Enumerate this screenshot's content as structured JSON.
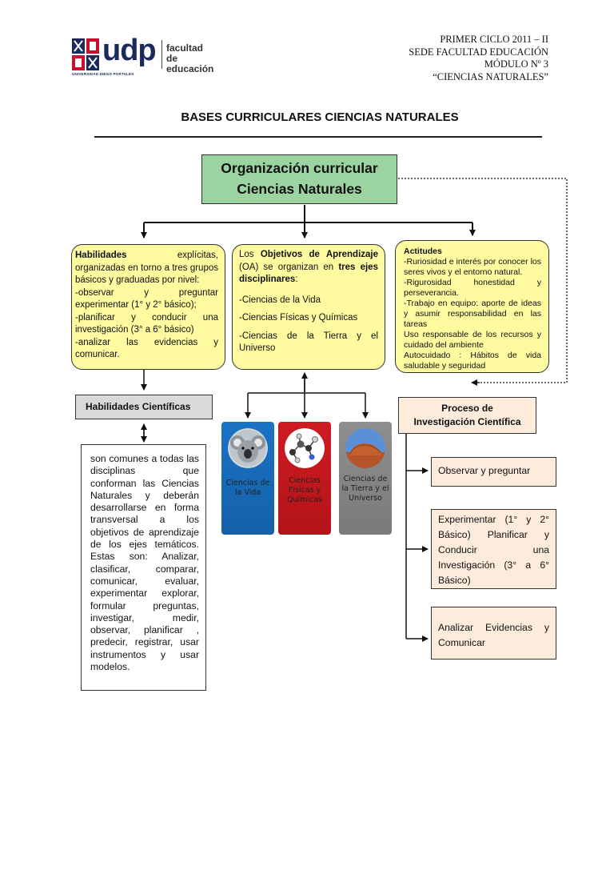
{
  "header": {
    "logo_text": "udp",
    "logo_university": "UNIVERSIDAD DIEGO PORTALES",
    "logo_faculty": "facultad de\neducación",
    "course_lines": [
      "PRIMER CICLO 2011 – II",
      "SEDE FACULTAD EDUCACIÓN",
      "MÓDULO Nº 3",
      "“CIENCIAS NATURALES”"
    ]
  },
  "title": "BASES CURRICULARES CIENCIAS NATURALES",
  "org_box": {
    "line1": "Organización curricular",
    "line2": "Ciencias Naturales"
  },
  "habilidades": {
    "bold": "Habilidades",
    "text1": " explícitas, organizadas en torno a tres grupos básicos y graduadas por nivel:",
    "item1": "-observar y preguntar experimentar (1° y 2° básico);",
    "item2": "-planificar y conducir una investigación (3° a 6° básico)",
    "item3": "-analizar las evidencias y comunicar."
  },
  "objetivos": {
    "pre": "Los ",
    "bold1": "Objetivos de Aprendizaje",
    "mid": " (OA) se organizan en ",
    "bold2": "tres ejes disciplinares",
    "post": ":",
    "items": [
      "-Ciencias de la Vida",
      "-Ciencias Físicas y Químicas",
      "-Ciencias de la Tierra y el Universo"
    ]
  },
  "actitudes": {
    "title": "Actitudes",
    "items": [
      "-Ruriosidad e interés por conocer los seres vivos y el entorno natural.",
      "-Rigurosidad honestidad y perseverancia.",
      "-Trabajo en equipo: aporte de ideas y asumir responsabilidad en las tareas",
      "Uso responsable de los recursos y cuidado del ambiente",
      "Autocuidado : Hábitos de vida saludable y seguridad"
    ]
  },
  "habilidades_cientificas": "Habilidades Científicas",
  "descripcion": "son comunes a todas las disciplinas que conforman las Ciencias Naturales y deberán desarrollarse en forma transversal a los objetivos de aprendizaje de los ejes temáticos. Estas son: Analizar, clasificar, comparar, comunicar, evaluar, experimentar explorar, formular preguntas, investigar, medir, observar, planificar , predecir, registrar, usar instrumentos y usar modelos.",
  "cards": {
    "vida": "Ciencias de la Vida",
    "fq": "Ciencias Físicas y Químicas",
    "tu": "Ciencias de la Tierra y el Universo"
  },
  "proceso": {
    "line1": "Proceso de",
    "line2": "Investigación Científica",
    "steps": [
      "Observar y preguntar",
      "Experimentar (1° y 2° Básico) Planificar y Conducir una Investigación (3° a 6° Básico)",
      "Analizar Evidencias y Comunicar"
    ]
  },
  "colors": {
    "green": "#9bd4a0",
    "yellow": "#fdfaa0",
    "peach": "#fdebdc",
    "grey": "#d9d9d9",
    "blue_card": "#1a73c4",
    "red_card": "#cf1b22",
    "grey_card": "#8f8f8f"
  }
}
